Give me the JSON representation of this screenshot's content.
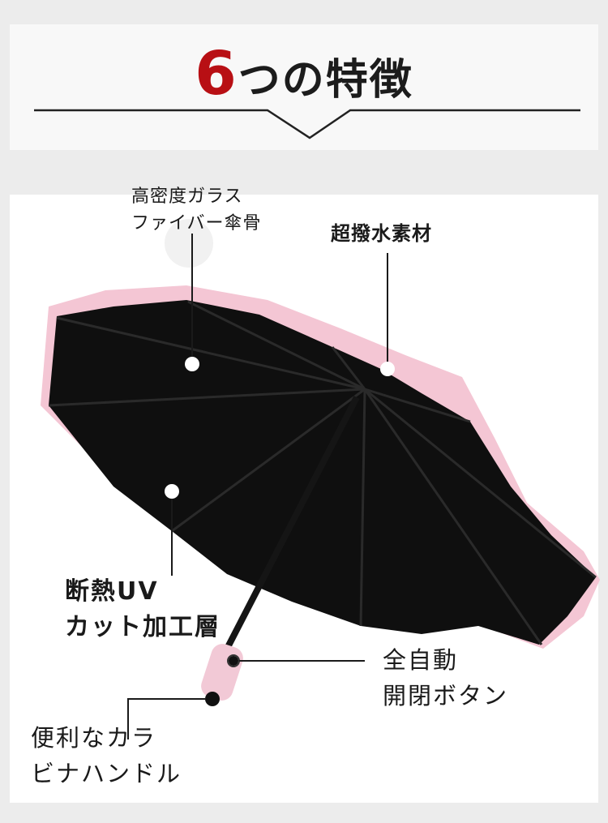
{
  "header": {
    "number": "6",
    "title_rest": "つの特徴"
  },
  "labels": {
    "fiber_rib": [
      "高密度ガラス",
      "ファイバー傘骨"
    ],
    "water_repellent": "超撥水素材",
    "uv_layer": [
      "断熱UV",
      "カット加工層"
    ],
    "auto_button": [
      "全自動",
      "開閉ボタン"
    ],
    "handle": [
      "便利なカラ",
      "ビナハンドル"
    ]
  },
  "colors": {
    "accent_number": "#b80f14",
    "canopy_outer": "#f4c6d4",
    "canopy_inner": "#0f0f0f",
    "handle": "#f2c9d6"
  },
  "icons": [
    "callout-dot-icon",
    "umbrella-illustration"
  ]
}
